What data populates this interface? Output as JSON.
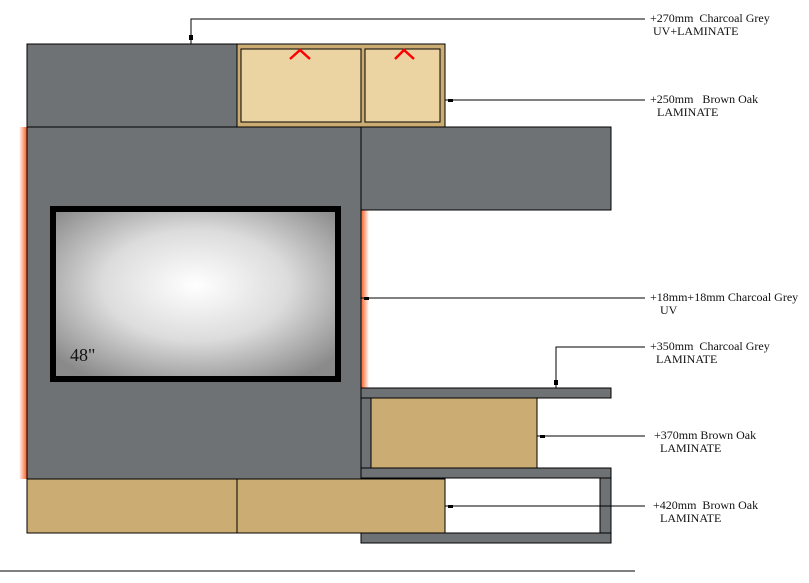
{
  "colors": {
    "charcoal": "#6f7274",
    "brown_oak": "#cbac73",
    "light_oak": "#ecd4a2",
    "glow": "#ff5a1f",
    "handle": "#ff0000"
  },
  "tv": {
    "size_label": "48\""
  },
  "annotations": [
    {
      "line1": "+270mm  Charcoal Grey",
      "line2": "UV+LAMINATE"
    },
    {
      "line1": "+250mm   Brown Oak",
      "line2": "LAMINATE"
    },
    {
      "line1": "+18mm+18mm Charcoal Grey",
      "line2": "UV"
    },
    {
      "line1": "+350mm  Charcoal Grey",
      "line2": "LAMINATE"
    },
    {
      "line1": "+370mm Brown Oak",
      "line2": "LAMINATE"
    },
    {
      "line1": "+420mm  Brown Oak",
      "line2": "LAMINATE"
    }
  ]
}
